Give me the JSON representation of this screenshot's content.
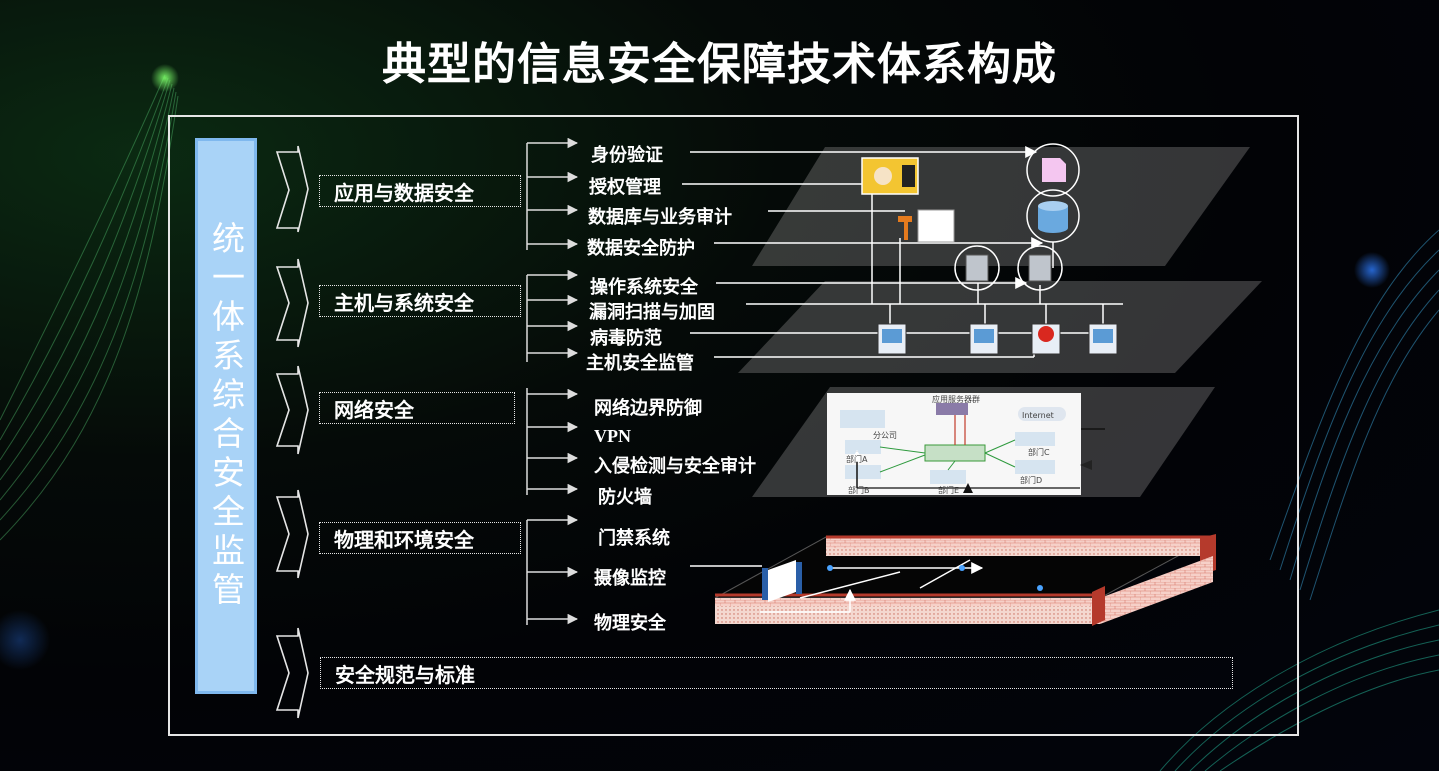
{
  "title": "典型的信息安全保障技术体系构成",
  "side_label": "统一体系综合安全监管",
  "categories": [
    {
      "label": "应用与数据安全",
      "items": [
        "身份验证",
        "授权管理",
        "数据库与业务审计",
        "数据安全防护"
      ]
    },
    {
      "label": "主机与系统安全",
      "items": [
        "操作系统安全",
        "漏洞扫描与加固",
        "病毒防范",
        "主机安全监管"
      ]
    },
    {
      "label": "网络安全",
      "items": [
        "网络边界防御",
        "VPN",
        "入侵检测与安全审计",
        "防火墙"
      ]
    },
    {
      "label": "物理和环境安全",
      "items": [
        "门禁系统",
        "摄像监控",
        "物理安全"
      ]
    },
    {
      "label": "安全规范与标准",
      "items": []
    }
  ],
  "network_image_labels": {
    "server": "应用服务器群",
    "internet": "Internet",
    "branch": "分公司",
    "dept_a": "部门A",
    "dept_b": "部门B",
    "dept_c": "部门C",
    "dept_d": "部门D",
    "dept_e": "部门E"
  },
  "colors": {
    "accent_bar": "#a9d3f7",
    "frame": "#e6e6e6",
    "brick": "#c0392b"
  }
}
